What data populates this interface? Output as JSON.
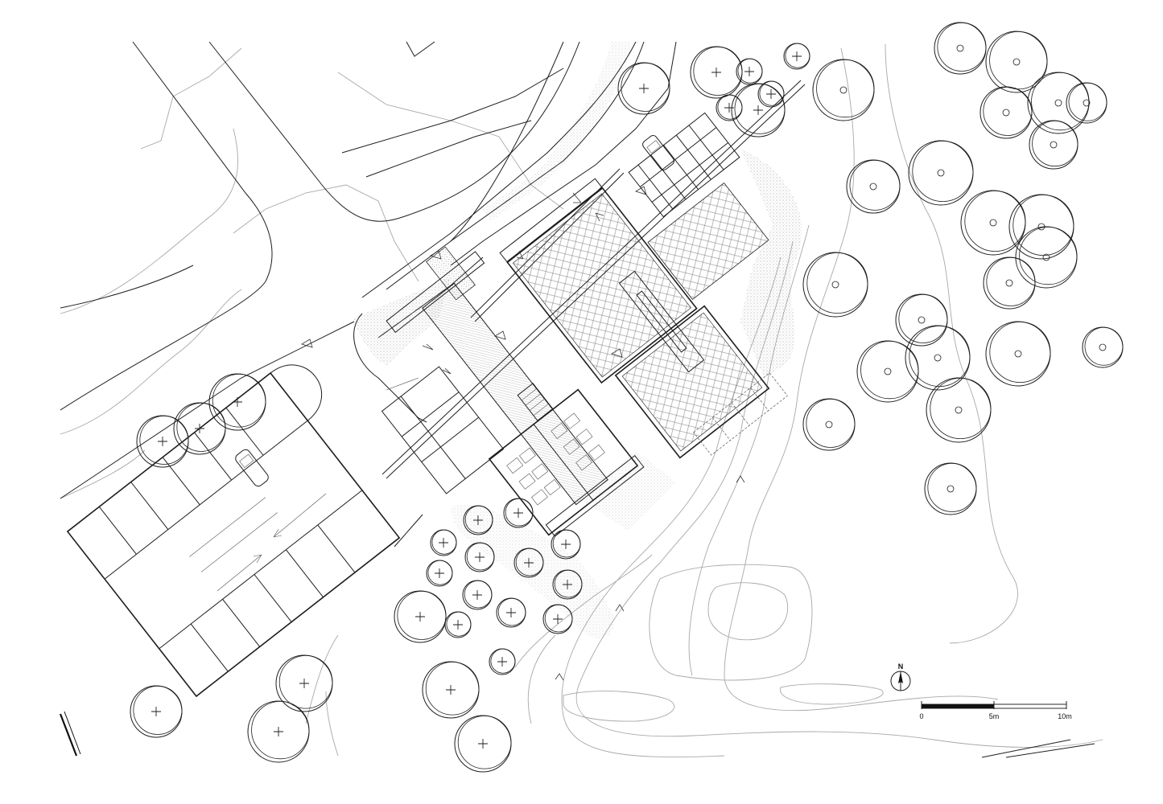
{
  "drawing": {
    "north_label": "N",
    "scale_labels": [
      "0",
      "5m",
      "10m"
    ],
    "colors": {
      "ink": "#1e1e1e",
      "contour": "#a8a8a8",
      "background": "#ffffff"
    }
  }
}
